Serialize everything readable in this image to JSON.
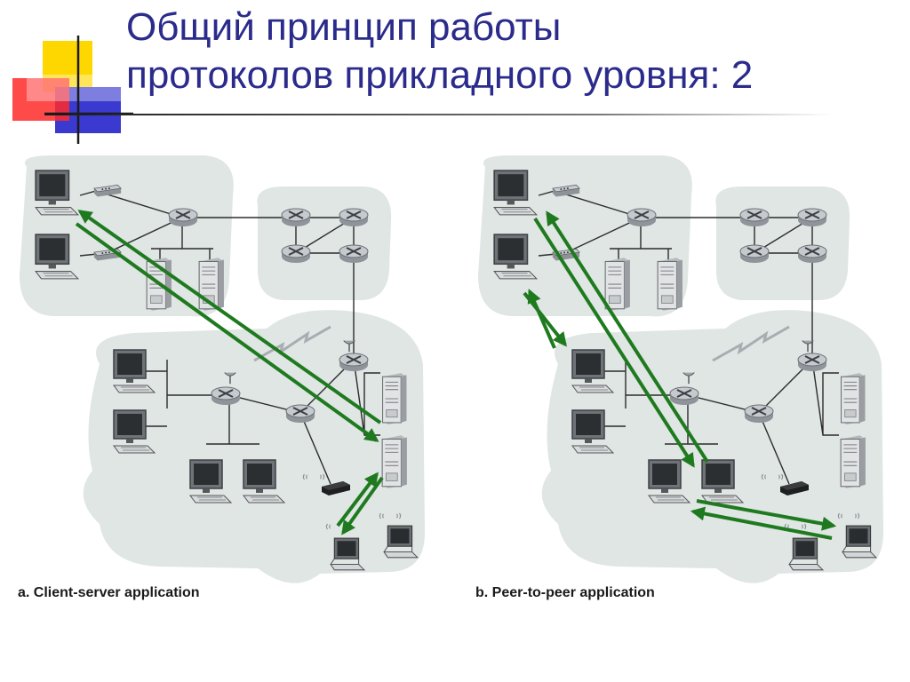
{
  "slide": {
    "title_line1": "Общий принцип работы",
    "title_line2": "протоколов прикладного уровня: 2"
  },
  "diagrams": {
    "left_caption": "a. Client-server application",
    "right_caption": "b. Peer-to-peer application"
  },
  "colors": {
    "title": "#2b2b8c",
    "arrow": "#1f7a1f",
    "cloud": "#dfe6e4",
    "router": "#b9bec3"
  }
}
